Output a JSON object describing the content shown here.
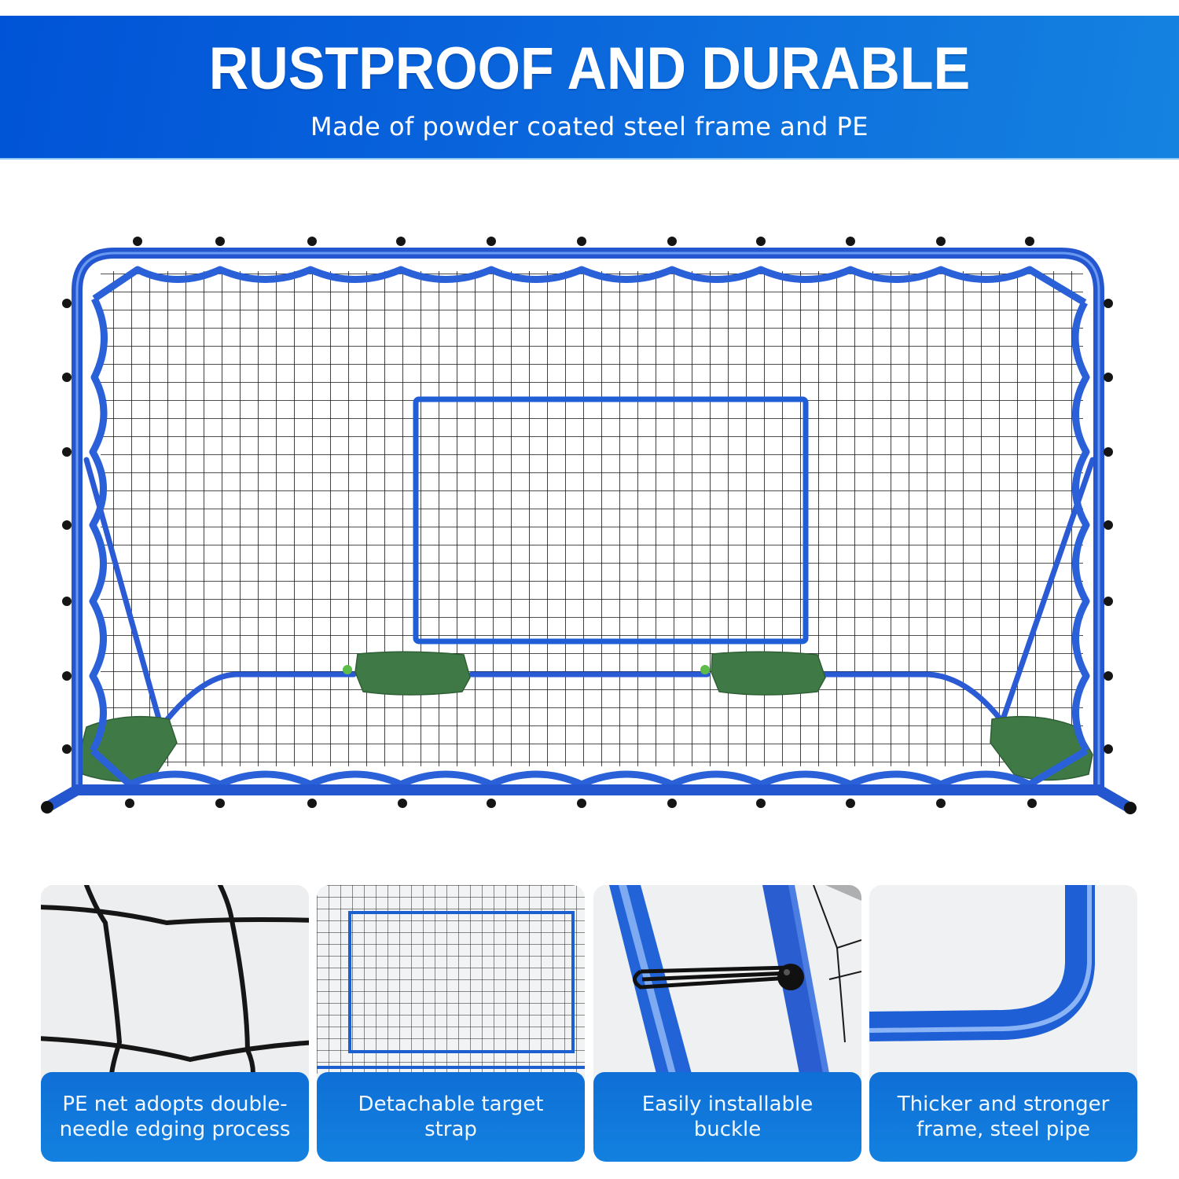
{
  "banner": {
    "title": "RUSTPROOF AND DURABLE",
    "subtitle": "Made of powder coated steel frame and PE",
    "gradient_colors": [
      "#0053d6",
      "#1582e0"
    ]
  },
  "product": {
    "description": "Soccer rebounder net with blue steel frame, black PE mesh, detachable blue target strap, bungee ball buckles and four green sandbags",
    "frame_color": "#2a5fd6",
    "net_color": "#111111",
    "sandbag_color": "#3e7a45"
  },
  "features": [
    {
      "caption": "PE net adopts double-needle edging process",
      "image": "net-closeup"
    },
    {
      "caption": "Detachable target strap",
      "image": "target-strap-closeup"
    },
    {
      "caption": "Easily installable buckle",
      "image": "bungee-buckle-closeup"
    },
    {
      "caption": "Thicker and stronger frame, steel pipe",
      "image": "steel-pipe-corner-closeup"
    }
  ],
  "colors": {
    "caption_bg": "#1278dc",
    "card_bg": "#eef0f1",
    "text_on_blue": "#ffffff"
  }
}
